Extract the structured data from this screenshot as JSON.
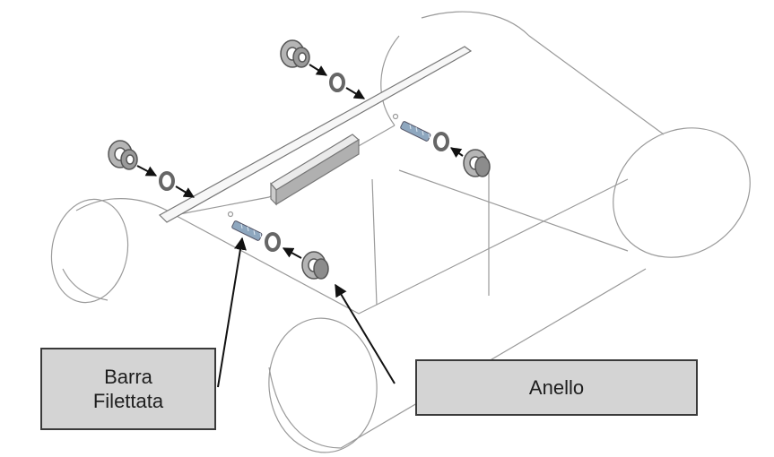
{
  "callouts": {
    "threaded_rod": {
      "line1": "Barra",
      "line2": "Filettata"
    },
    "ring": {
      "label": "Anello"
    }
  },
  "colors": {
    "outline": "#9a9a9a",
    "rod": "#8ea7bf",
    "metal": "#8c8c8c",
    "callout_fill": "#d4d4d4",
    "callout_border": "#3a3a3a"
  }
}
